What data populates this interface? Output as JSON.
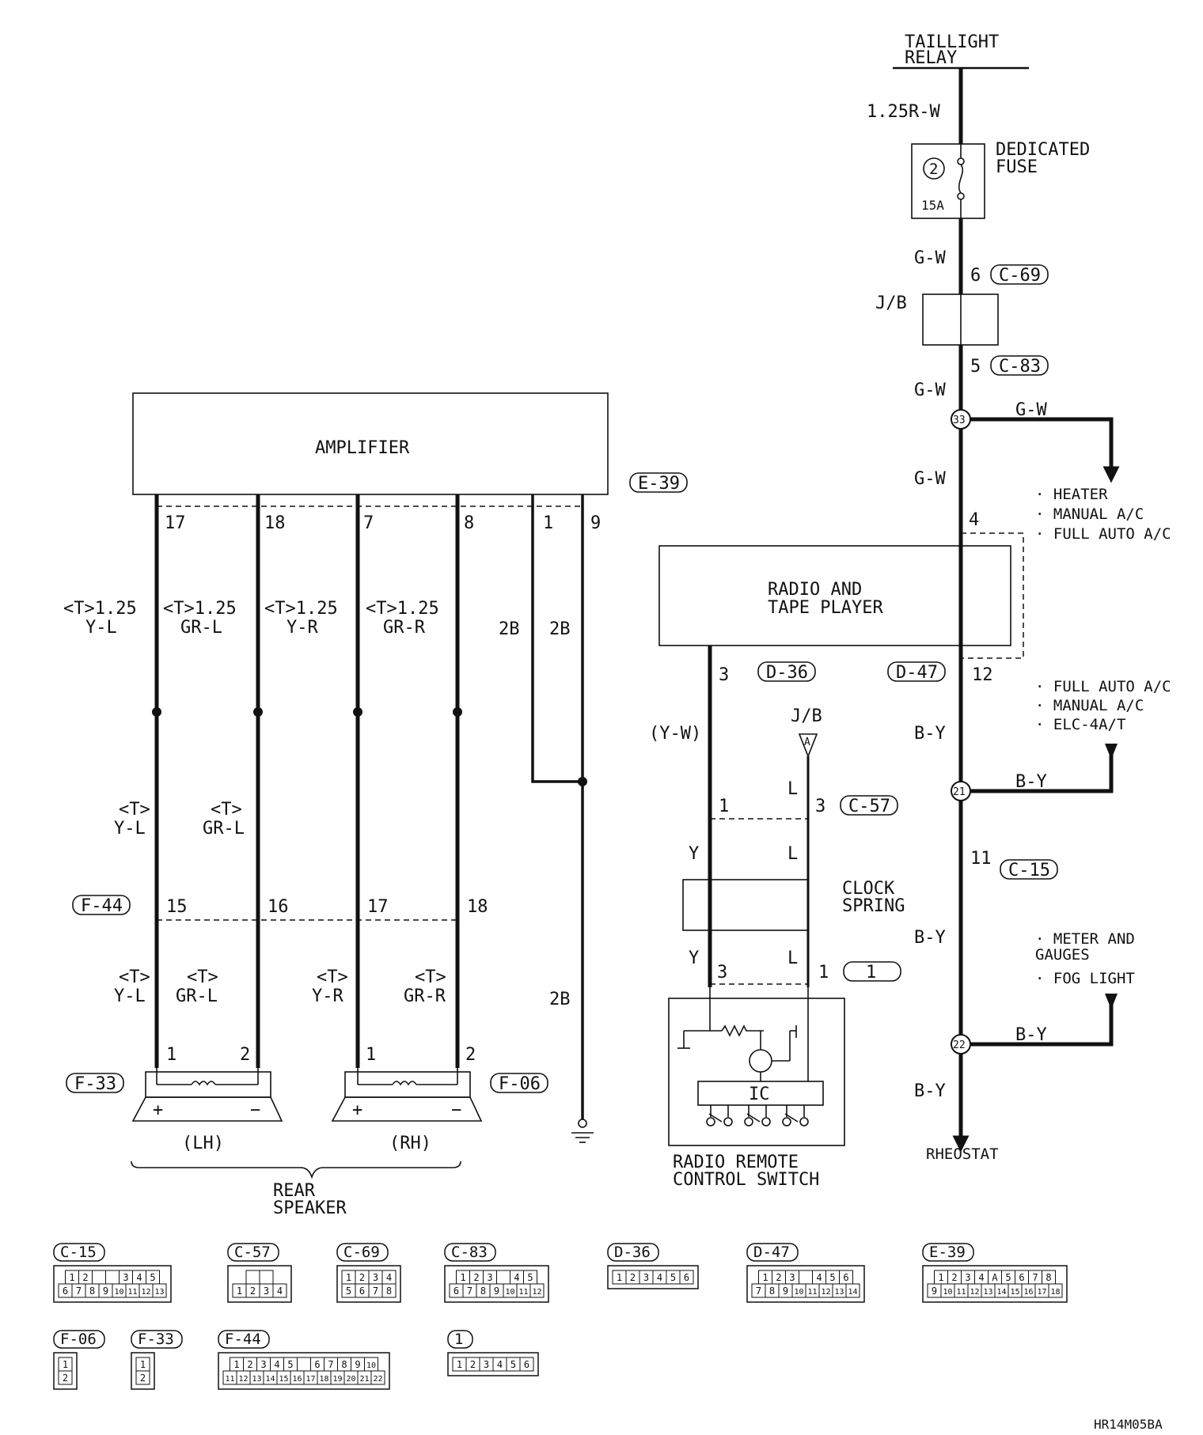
{
  "components": {
    "taillight_relay": "TAILLIGHT RELAY",
    "dedicated_fuse": "DEDICATED FUSE",
    "fuse_number": "2",
    "fuse_rating": "15A",
    "jb": "J/B",
    "amplifier": "AMPLIFIER",
    "radio": [
      "RADIO AND",
      "TAPE PLAYER"
    ],
    "clock_spring": [
      "CLOCK",
      "SPRING"
    ],
    "remote_switch": [
      "RADIO REMOTE",
      "CONTROL SWITCH"
    ],
    "ic": "IC",
    "rear_speaker": [
      "REAR",
      "SPEAKER"
    ],
    "lh": "(LH)",
    "rh": "(RH)",
    "rheostat": "RHEOSTAT",
    "jb_a": "A",
    "plus": "+",
    "minus": "−"
  },
  "wires": {
    "relay_wire": "1.25R-W",
    "gw": "G-W",
    "by": "B-Y",
    "yw": "(Y-W)",
    "y": "Y",
    "l": "L",
    "b2": "2B",
    "t125": "<T>1.25",
    "t": "<T>",
    "yl": "Y-L",
    "grl": "GR-L",
    "yr": "Y-R",
    "grr": "GR-R"
  },
  "junctions": {
    "j33": "33",
    "j21": "21",
    "j22": "22"
  },
  "connectors": {
    "c69": "C-69",
    "c83": "C-83",
    "e39": "E-39",
    "d36": "D-36",
    "d47": "D-47",
    "c57": "C-57",
    "c15": "C-15",
    "f44": "F-44",
    "f33": "F-33",
    "f06": "F-06",
    "n1": "1"
  },
  "pins": {
    "p6": "6",
    "p5": "5",
    "p4": "4",
    "p12": "12",
    "p3": "3",
    "p1": "1",
    "p11": "11",
    "p17": "17",
    "p18": "18",
    "p7": "7",
    "p8": "8",
    "p9": "9",
    "p15": "15",
    "p16": "16",
    "p2": "2"
  },
  "branch_notes": {
    "heater": [
      "· HEATER",
      "· MANUAL A/C",
      "· FULL AUTO A/C"
    ],
    "fullauto": [
      "· FULL AUTO A/C",
      "· MANUAL A/C",
      "· ELC-4A/T"
    ],
    "meter": [
      "· METER AND",
      "  GAUGES",
      "· FOG LIGHT"
    ]
  },
  "connector_views": [
    {
      "id": "C-15",
      "rows": [
        [
          "1",
          "2",
          "",
          "",
          "3",
          "4",
          "5"
        ],
        [
          "6",
          "7",
          "8",
          "9",
          "10",
          "11",
          "12",
          "13"
        ]
      ]
    },
    {
      "id": "C-57",
      "rows": [
        [
          "",
          ""
        ],
        [
          "1",
          "2",
          "3",
          "4"
        ]
      ]
    },
    {
      "id": "C-69",
      "rows": [
        [
          "1",
          "2",
          "3",
          "4"
        ],
        [
          "5",
          "6",
          "7",
          "8"
        ]
      ]
    },
    {
      "id": "C-83",
      "rows": [
        [
          "1",
          "2",
          "3",
          "",
          "4",
          "5"
        ],
        [
          "6",
          "7",
          "8",
          "9",
          "10",
          "11",
          "12"
        ]
      ]
    },
    {
      "id": "D-36",
      "rows": [
        [
          "1",
          "2",
          "3",
          "4",
          "5",
          "6"
        ]
      ]
    },
    {
      "id": "D-47",
      "rows": [
        [
          "1",
          "2",
          "3",
          "",
          "4",
          "5",
          "6"
        ],
        [
          "7",
          "8",
          "9",
          "10",
          "11",
          "12",
          "13",
          "14"
        ]
      ]
    },
    {
      "id": "E-39",
      "rows": [
        [
          "1",
          "2",
          "3",
          "4",
          "A",
          "5",
          "6",
          "7",
          "8"
        ],
        [
          "9",
          "10",
          "11",
          "12",
          "13",
          "14",
          "15",
          "16",
          "17",
          "18"
        ]
      ]
    },
    {
      "id": "F-06",
      "rows": [
        [
          "1"
        ],
        [
          "2"
        ]
      ]
    },
    {
      "id": "F-33",
      "rows": [
        [
          "1"
        ],
        [
          "2"
        ]
      ]
    },
    {
      "id": "F-44",
      "rows": [
        [
          "1",
          "2",
          "3",
          "4",
          "5",
          "",
          "6",
          "7",
          "8",
          "9",
          "10"
        ],
        [
          "11",
          "12",
          "13",
          "14",
          "15",
          "16",
          "17",
          "18",
          "19",
          "20",
          "21",
          "22"
        ]
      ]
    },
    {
      "id": "1",
      "rows": [
        [
          "1",
          "2",
          "3",
          "4",
          "5",
          "6"
        ]
      ]
    }
  ],
  "drawing_code": "HR14M05BA"
}
